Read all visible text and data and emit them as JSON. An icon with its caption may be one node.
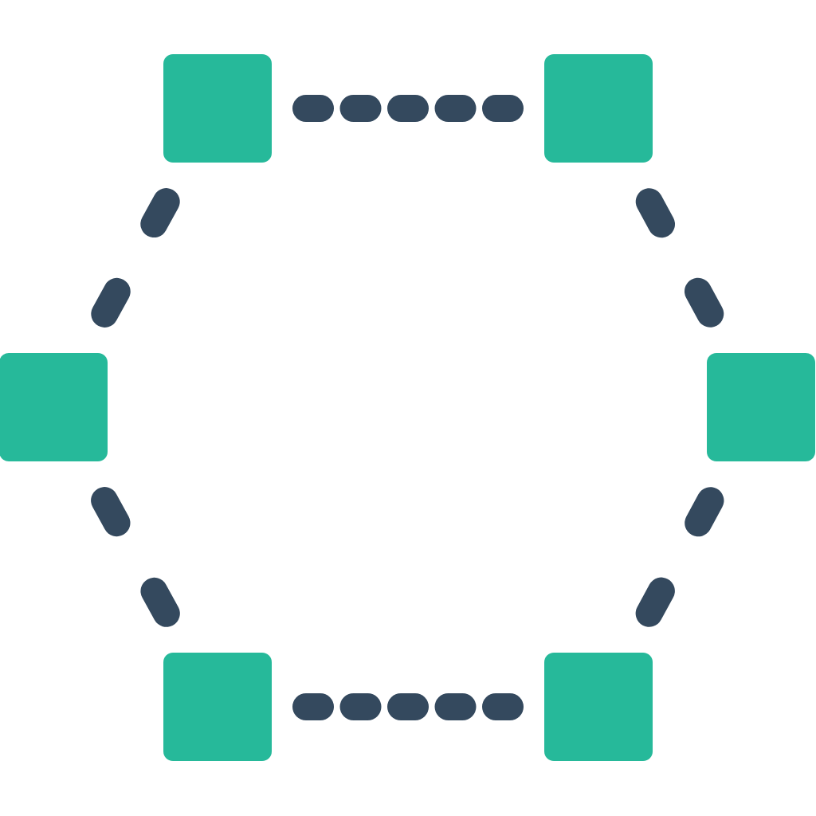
{
  "diagram": {
    "nodes": [
      {
        "text": [],
        "shape": "box"
      },
      {
        "text": [],
        "shape": "box"
      },
      {
        "text": [],
        "shape": "box"
      },
      {
        "text": [],
        "shape": "box"
      },
      {
        "text": [],
        "shape": "box"
      },
      {
        "text": [],
        "shape": "box"
      }
    ],
    "edges": [
      {
        "from": 0,
        "to": 1,
        "arrow": "none",
        "style": "dashed"
      },
      {
        "from": 0,
        "to": 2,
        "arrow": "none",
        "style": "dashed"
      },
      {
        "from": 1,
        "to": 3,
        "arrow": "none",
        "style": "dashed"
      },
      {
        "from": 2,
        "to": 4,
        "arrow": "none",
        "style": "dashed"
      },
      {
        "from": 3,
        "to": 5,
        "arrow": "none",
        "style": "dashed"
      },
      {
        "from": 4,
        "to": 5,
        "arrow": "none",
        "style": "dashed"
      }
    ]
  }
}
